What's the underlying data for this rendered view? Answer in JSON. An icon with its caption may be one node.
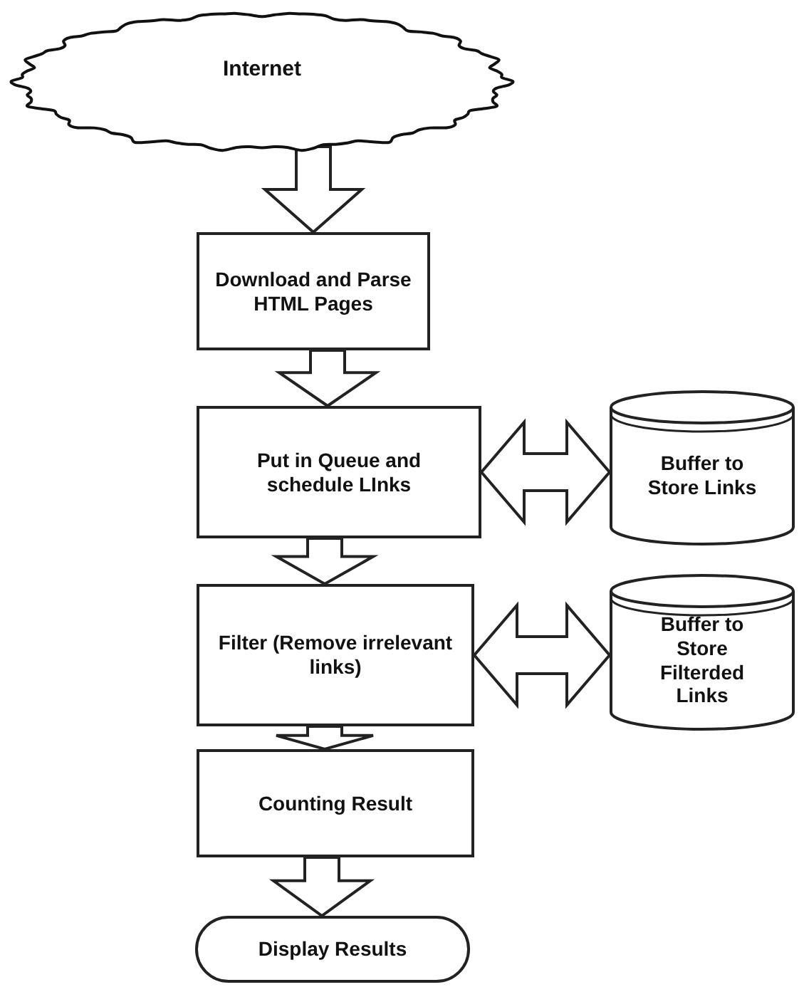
{
  "diagram": {
    "nodes": [
      {
        "text": [
          "Internet"
        ]
      },
      {
        "text": [
          "Download and Parse HTML Pages"
        ]
      },
      {
        "text": [
          "Put in Queue and schedule LInks"
        ]
      },
      {
        "text": [
          "Buffer to Store Links"
        ]
      },
      {
        "text": [
          "Filter (Remove irrelevant links)"
        ]
      },
      {
        "text": [
          "Buffer to Store Filterded Links"
        ]
      },
      {
        "text": [
          "Counting Result"
        ]
      },
      {
        "text": [
          "Display Results"
        ]
      }
    ],
    "edges": [
      {
        "from": 0,
        "to": 1,
        "arrow": "to"
      },
      {
        "from": 1,
        "to": 2,
        "arrow": "to"
      },
      {
        "from": 2,
        "to": 3,
        "arrow": "both"
      },
      {
        "from": 2,
        "to": 4,
        "arrow": "to"
      },
      {
        "from": 4,
        "to": 5,
        "arrow": "both"
      },
      {
        "from": 4,
        "to": 6,
        "arrow": "to"
      },
      {
        "from": 6,
        "to": 7,
        "arrow": "to"
      }
    ]
  }
}
